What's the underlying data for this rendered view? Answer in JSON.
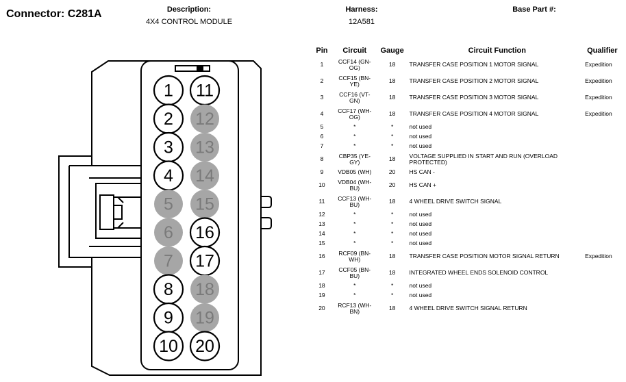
{
  "header": {
    "connector_label": "Connector:",
    "connector_id": "C281A",
    "description_label": "Description:",
    "description_value": "4X4 CONTROL MODULE",
    "harness_label": "Harness:",
    "harness_value": "12A581",
    "base_part_label": "Base Part #:",
    "base_part_value": ""
  },
  "diagram": {
    "pins": [
      {
        "num": "1",
        "used": true
      },
      {
        "num": "2",
        "used": true
      },
      {
        "num": "3",
        "used": true
      },
      {
        "num": "4",
        "used": true
      },
      {
        "num": "5",
        "used": false
      },
      {
        "num": "6",
        "used": false
      },
      {
        "num": "7",
        "used": false
      },
      {
        "num": "8",
        "used": true
      },
      {
        "num": "9",
        "used": true
      },
      {
        "num": "10",
        "used": true
      },
      {
        "num": "11",
        "used": true
      },
      {
        "num": "12",
        "used": false
      },
      {
        "num": "13",
        "used": false
      },
      {
        "num": "14",
        "used": false
      },
      {
        "num": "15",
        "used": false
      },
      {
        "num": "16",
        "used": true
      },
      {
        "num": "17",
        "used": true
      },
      {
        "num": "18",
        "used": false
      },
      {
        "num": "19",
        "used": false
      },
      {
        "num": "20",
        "used": true
      }
    ],
    "colors": {
      "used_fill": "#ffffff",
      "unused_fill": "#a6a6a6",
      "unused_text": "#7a7a7a",
      "stroke": "#000000"
    }
  },
  "table": {
    "headers": {
      "pin": "Pin",
      "circuit": "Circuit",
      "gauge": "Gauge",
      "function": "Circuit Function",
      "qualifier": "Qualifier"
    },
    "rows": [
      {
        "pin": "1",
        "circuit": "CCF14 (GN-OG)",
        "gauge": "18",
        "function": "TRANSFER CASE POSITION 1 MOTOR SIGNAL",
        "qualifier": "Expedition"
      },
      {
        "pin": "2",
        "circuit": "CCF15 (BN-YE)",
        "gauge": "18",
        "function": "TRANSFER CASE POSITION 2 MOTOR SIGNAL",
        "qualifier": "Expedition"
      },
      {
        "pin": "3",
        "circuit": "CCF16 (VT-GN)",
        "gauge": "18",
        "function": "TRANSFER CASE POSITION 3 MOTOR SIGNAL",
        "qualifier": "Expedition"
      },
      {
        "pin": "4",
        "circuit": "CCF17 (WH-OG)",
        "gauge": "18",
        "function": "TRANSFER CASE POSITION 4 MOTOR SIGNAL",
        "qualifier": "Expedition"
      },
      {
        "pin": "5",
        "circuit": "*",
        "gauge": "*",
        "function": "not used",
        "qualifier": ""
      },
      {
        "pin": "6",
        "circuit": "*",
        "gauge": "*",
        "function": "not used",
        "qualifier": ""
      },
      {
        "pin": "7",
        "circuit": "*",
        "gauge": "*",
        "function": "not used",
        "qualifier": ""
      },
      {
        "pin": "8",
        "circuit": "CBP35 (YE-GY)",
        "gauge": "18",
        "function": "VOLTAGE SUPPLIED IN START AND RUN (OVERLOAD PROTECTED)",
        "qualifier": ""
      },
      {
        "pin": "9",
        "circuit": "VDB05 (WH)",
        "gauge": "20",
        "function": "HS CAN -",
        "qualifier": ""
      },
      {
        "pin": "10",
        "circuit": "VDB04 (WH-BU)",
        "gauge": "20",
        "function": "HS CAN +",
        "qualifier": ""
      },
      {
        "pin": "11",
        "circuit": "CCF13 (WH-BU)",
        "gauge": "18",
        "function": "4 WHEEL DRIVE SWITCH SIGNAL",
        "qualifier": ""
      },
      {
        "pin": "12",
        "circuit": "*",
        "gauge": "*",
        "function": "not used",
        "qualifier": ""
      },
      {
        "pin": "13",
        "circuit": "*",
        "gauge": "*",
        "function": "not used",
        "qualifier": ""
      },
      {
        "pin": "14",
        "circuit": "*",
        "gauge": "*",
        "function": "not used",
        "qualifier": ""
      },
      {
        "pin": "15",
        "circuit": "*",
        "gauge": "*",
        "function": "not used",
        "qualifier": ""
      },
      {
        "pin": "16",
        "circuit": "RCF09 (BN-WH)",
        "gauge": "18",
        "function": "TRANSFER CASE POSITION MOTOR SIGNAL RETURN",
        "qualifier": "Expedition"
      },
      {
        "pin": "17",
        "circuit": "CCF05 (BN-BU)",
        "gauge": "18",
        "function": "INTEGRATED WHEEL ENDS SOLENOID CONTROL",
        "qualifier": ""
      },
      {
        "pin": "18",
        "circuit": "*",
        "gauge": "*",
        "function": "not used",
        "qualifier": ""
      },
      {
        "pin": "19",
        "circuit": "*",
        "gauge": "*",
        "function": "not used",
        "qualifier": ""
      },
      {
        "pin": "20",
        "circuit": "RCF13 (WH-BN)",
        "gauge": "18",
        "function": "4 WHEEL DRIVE SWITCH SIGNAL RETURN",
        "qualifier": ""
      }
    ]
  }
}
